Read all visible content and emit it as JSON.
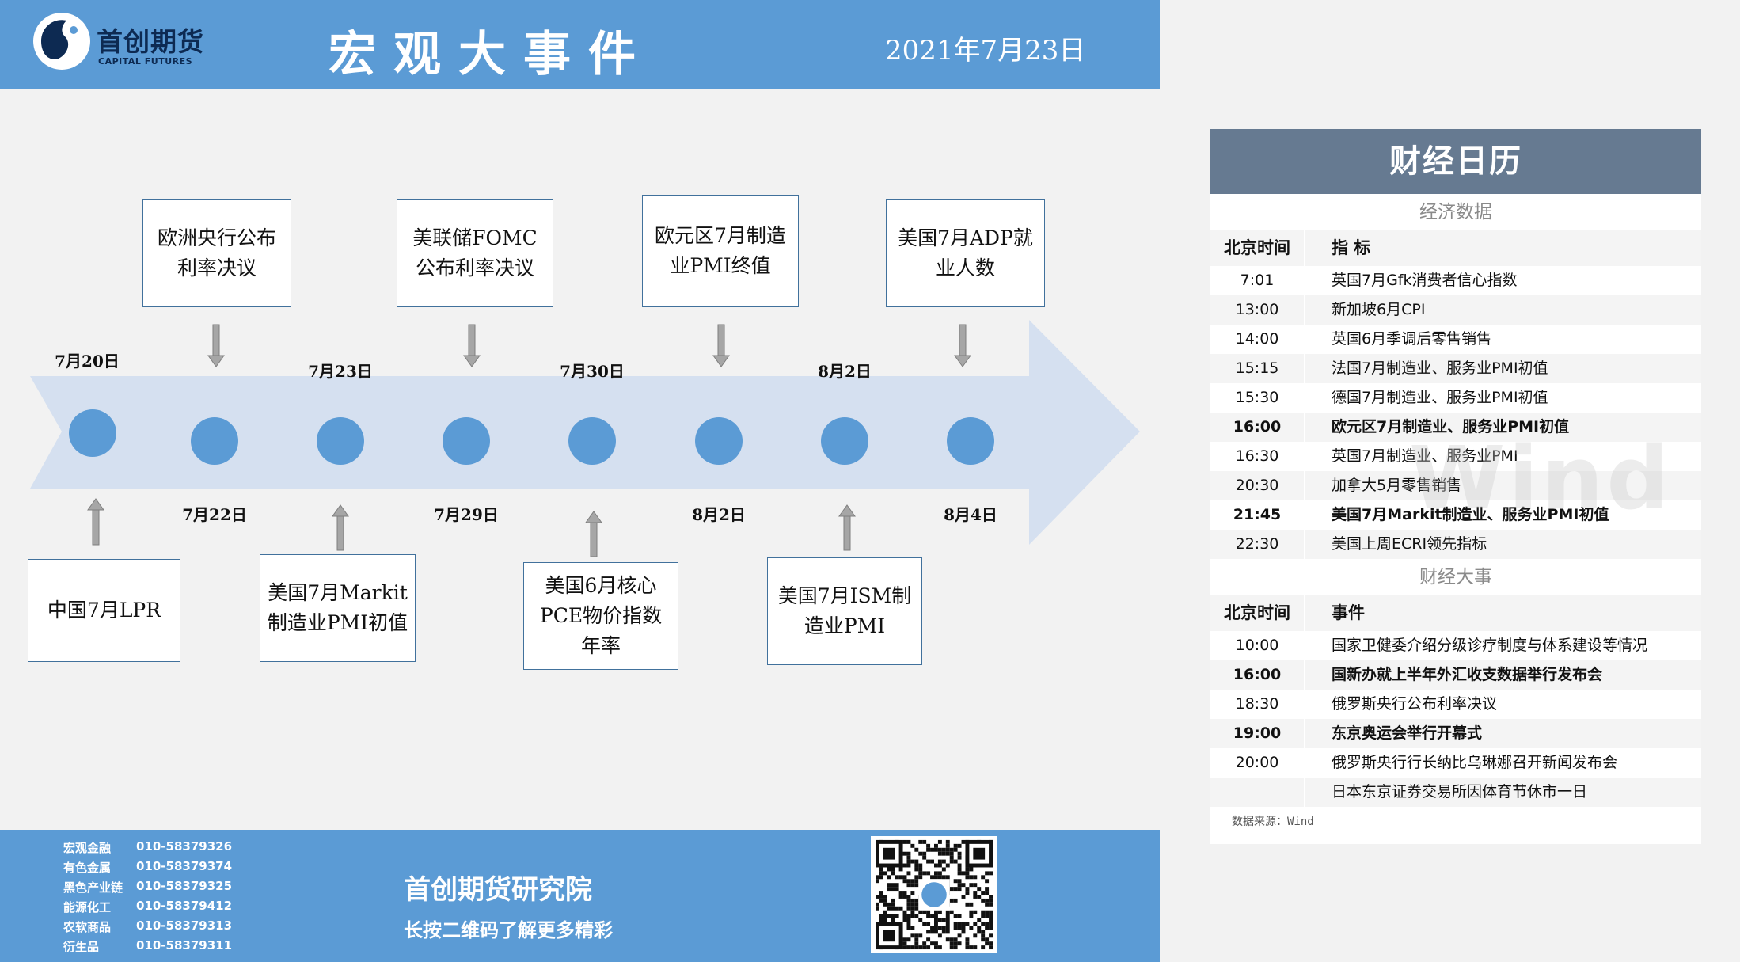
{
  "header": {
    "logo_cn": "首创期货",
    "logo_en": "CAPITAL FUTURES",
    "title": "宏观大事件",
    "date": "2021年7月23日",
    "bg_color": "#5b9bd5"
  },
  "timeline": {
    "top_events": [
      {
        "label": "欧洲央行公布利率决议"
      },
      {
        "label": "美联储FOMC公布利率决议"
      },
      {
        "label": "欧元区7月制造业PMI终值"
      },
      {
        "label": "美国7月ADP就业人数"
      }
    ],
    "bottom_events": [
      {
        "label": "中国7月LPR"
      },
      {
        "label": "美国7月Markit制造业PMI初值"
      },
      {
        "label": "美国6月核心PCE物价指数年率"
      },
      {
        "label": "美国7月ISM制造业PMI"
      }
    ],
    "dates_above": [
      "7月20日",
      "7月23日",
      "7月30日",
      "8月2日"
    ],
    "dates_below": [
      "7月22日",
      "7月29日",
      "8月2日",
      "8月4日"
    ],
    "arrow_color": "#d5e0f0",
    "dot_color": "#5b9bd5"
  },
  "calendar": {
    "title": "财经日历",
    "econ_section": "经济数据",
    "econ_headers": {
      "time": "北京时间",
      "item": "指  标"
    },
    "econ_rows": [
      {
        "time": "7:01",
        "item": "英国7月Gfk消费者信心指数",
        "bold": false
      },
      {
        "time": "13:00",
        "item": "新加坡6月CPI",
        "bold": false
      },
      {
        "time": "14:00",
        "item": "英国6月季调后零售销售",
        "bold": false
      },
      {
        "time": "15:15",
        "item": "法国7月制造业、服务业PMI初值",
        "bold": false
      },
      {
        "time": "15:30",
        "item": "德国7月制造业、服务业PMI初值",
        "bold": false
      },
      {
        "time": "16:00",
        "item": "欧元区7月制造业、服务业PMI初值",
        "bold": true
      },
      {
        "time": "16:30",
        "item": "英国7月制造业、服务业PMI",
        "bold": false
      },
      {
        "time": "20:30",
        "item": "加拿大5月零售销售",
        "bold": false
      },
      {
        "time": "21:45",
        "item": "美国7月Markit制造业、服务业PMI初值",
        "bold": true
      },
      {
        "time": "22:30",
        "item": "美国上周ECRI领先指标",
        "bold": false
      }
    ],
    "event_section": "财经大事",
    "event_headers": {
      "time": "北京时间",
      "item": "事件"
    },
    "event_rows": [
      {
        "time": "10:00",
        "item": "国家卫健委介绍分级诊疗制度与体系建设等情况",
        "bold": false
      },
      {
        "time": "16:00",
        "item": "国新办就上半年外汇收支数据举行发布会",
        "bold": true
      },
      {
        "time": "18:30",
        "item": "俄罗斯央行公布利率决议",
        "bold": false
      },
      {
        "time": "19:00",
        "item": "东京奥运会举行开幕式",
        "bold": true
      },
      {
        "time": "20:00",
        "item": "俄罗斯央行行长纳比乌琳娜召开新闻发布会",
        "bold": false
      },
      {
        "time": "",
        "item": "日本东京证券交易所因体育节休市一日",
        "bold": false
      }
    ],
    "source": "数据来源：Wind",
    "watermark": "Wind"
  },
  "footer": {
    "contacts": [
      {
        "name": "宏观金融",
        "phone": "010-58379326"
      },
      {
        "name": "有色金属",
        "phone": "010-58379374"
      },
      {
        "name": "黑色产业链",
        "phone": "010-58379325"
      },
      {
        "name": "能源化工",
        "phone": "010-58379412"
      },
      {
        "name": "农软商品",
        "phone": "010-58379313"
      },
      {
        "name": "衍生品",
        "phone": "010-58379311"
      }
    ],
    "title": "首创期货研究院",
    "subtitle": "长按二维码了解更多精彩",
    "qr_icon": "qr-code-icon"
  }
}
